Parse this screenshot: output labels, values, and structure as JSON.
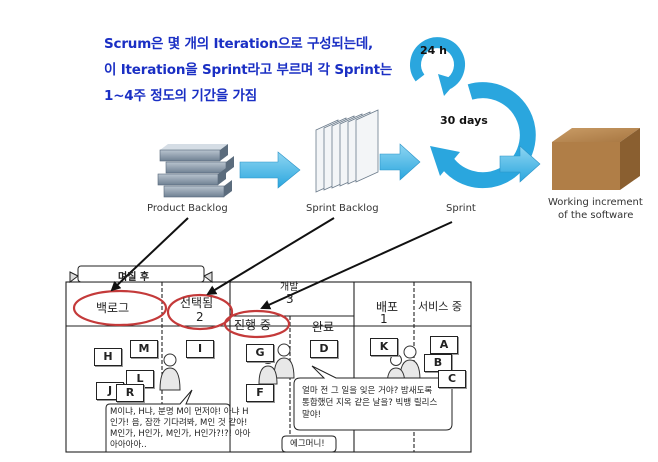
{
  "caption": {
    "line1": "Scrum은 몇 개의 Iteration으로 구성되는데,",
    "line2": "이 Iteration을 Sprint라고 부르며 각 Sprint는",
    "line3": "1~4주 정도의 기간을 가짐"
  },
  "flow": {
    "product_backlog": "Product Backlog",
    "sprint_backlog": "Sprint Backlog",
    "sprint": "Sprint",
    "increment_line1": "Working increment",
    "increment_line2": "of the software",
    "cycle_24h": "24 h",
    "cycle_30days": "30 days"
  },
  "board": {
    "banner": "며칠 후",
    "col_backlog": "백로그",
    "col_selected": "선택됨",
    "col_selected_num": "2",
    "col_dev": "개발",
    "col_dev_num": "3",
    "col_in_progress": "진행 중",
    "col_done": "완료",
    "col_deploy": "배포",
    "col_deploy_num": "1",
    "col_in_service": "서비스 중",
    "cards": {
      "h": "H",
      "m": "M",
      "j": "J",
      "l": "L",
      "r": "R",
      "i": "I",
      "g": "G",
      "f": "F",
      "d": "D",
      "k": "K",
      "a": "A",
      "b": "B",
      "c": "C"
    },
    "bubble_left": [
      "M이냐, H냐, 분명 M이 먼저야! 아냐 H",
      "인가! 음, 잠깐 기다려봐, M인 것 같아!",
      "M인가, H인가, M인가, H인가?!?! 아아",
      "아아아아.."
    ],
    "bubble_right": [
      "얼마 전 그 일을 잊은 거야? 밤새도록",
      "통합했던 지옥 같은 날을? 빅뱅 릴리스",
      "말야!"
    ],
    "bubble_small": "에그머니!"
  }
}
